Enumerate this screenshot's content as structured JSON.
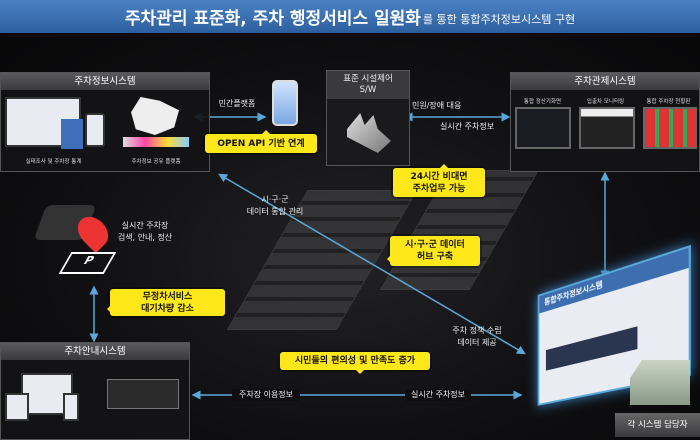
{
  "title": {
    "main": "주차관리 표준화, 주차 행정서비스 일원화",
    "suffix": "를 통한 통합주차정보시스템 구현"
  },
  "parking_info_system": {
    "header": "주차정보시스템",
    "caption_left": "실태조사 및 주차장 통계",
    "caption_right": "주차정보 공유 플랫폼"
  },
  "private_platform": "민간플랫폼",
  "open_api": "OPEN API 기반 연계",
  "facility_control": {
    "line1": "표준 시설제어",
    "line2": "S/W"
  },
  "complaint": "민원/장애 대응",
  "realtime_info_top": "실시간 주차정보",
  "control_system": {
    "header": "주차관제시스템",
    "screens": [
      "통합 정산기화면",
      "입출차 모니터링",
      "통합 주차장 현황판"
    ]
  },
  "callout_24h": {
    "line1": "24시간 비대면",
    "line2": "주차업무 가능"
  },
  "data_mgmt": {
    "line1": "시·구·군",
    "line2": "데이터 통합 관리"
  },
  "realtime_search": {
    "line1": "실시간 주차장",
    "line2": "검색, 안내, 정산"
  },
  "callout_hub": {
    "line1": "시·구·군 데이터",
    "line2": "허브 구축"
  },
  "callout_nonstop": {
    "line1": "무정차서비스",
    "line2": "대기차량 감소"
  },
  "guide_system": {
    "header": "주차안내시스템"
  },
  "policy": {
    "line1": "주차 정책 수립",
    "line2": "데이터 제공"
  },
  "callout_citizen": "시민들의 편의성 및 만족도 증가",
  "usage_info": "주차장 이용정보",
  "realtime_info_bottom": "실시간 주차정보",
  "integrated_system": "통합주차정보시스템",
  "operator": "각 시스템 담당자",
  "colors": {
    "accent_yellow": "#ffe81a",
    "title_blue": "#3a6fb0",
    "arrow_blue": "#5aa8d8"
  }
}
